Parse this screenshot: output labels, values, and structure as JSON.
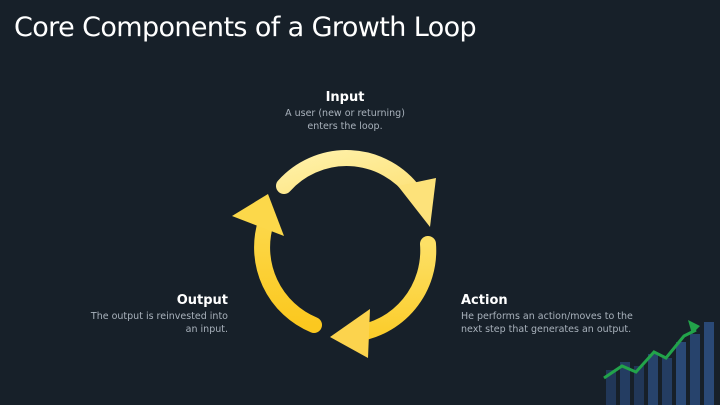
{
  "slide": {
    "title": "Core Components of a Growth Loop"
  },
  "loop": {
    "nodes": [
      {
        "id": "input",
        "title": "Input",
        "lines": [
          "A user (new or returning)",
          "enters the loop."
        ]
      },
      {
        "id": "action",
        "title": "Action",
        "lines": [
          "He performs an action/moves to the",
          "next step that generates an output."
        ]
      },
      {
        "id": "output",
        "title": "Output",
        "lines": [
          "The output is reinvested into",
          "an input."
        ]
      }
    ],
    "colors": {
      "arrow_light": "#fde68a",
      "arrow_mid": "#fcd34d",
      "arrow_dark": "#fbbf24",
      "background": "#172029",
      "deco_bars": "#2a4a80",
      "deco_trend": "#22a34a"
    }
  },
  "decoration": {
    "icon": "growth-chart-icon"
  }
}
